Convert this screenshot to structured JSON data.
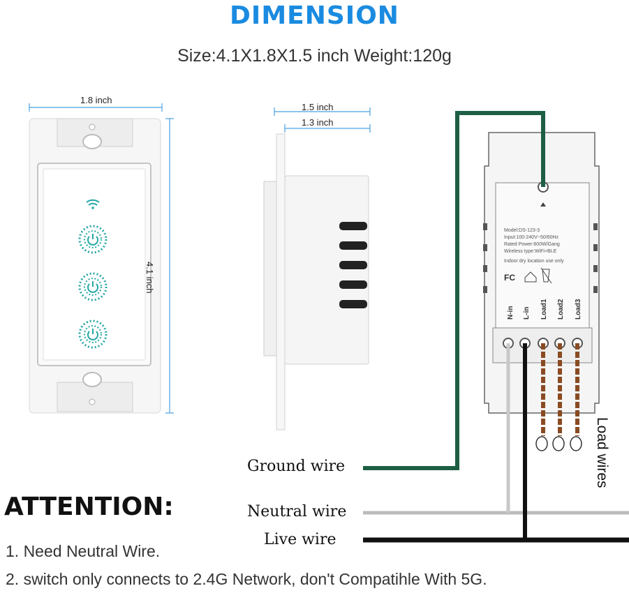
{
  "header": {
    "title": "DIMENSION",
    "size_line": "Size:4.1X1.8X1.5 inch Weight:120g"
  },
  "dimensions": {
    "width": "1.8 inch",
    "height": "4.1 inch",
    "depth_outer": "1.5 inch",
    "depth_inner": "1.3 inch"
  },
  "module_label": {
    "model": "Model:DS-123-3",
    "input": "Input:100-240V~50/60Hz",
    "rated_power": "Rated Power:600W/Gang",
    "wireless": "Wireless type:WiFi+BLE",
    "indoor": "Indoor dry location use only",
    "fc": "FC",
    "terminals": [
      "N-in",
      "L-in",
      "Load1",
      "Load2",
      "Load3"
    ]
  },
  "wires": {
    "ground": "Ground wire",
    "neutral": "Neutral wire",
    "live": "Live wire",
    "load": "Load wires"
  },
  "attention": {
    "title": "ATTENTION:",
    "notes": [
      "1. Need Neutral Wire.",
      "2. switch only connects to 2.4G Network, don't Compatihle With 5G."
    ]
  },
  "colors": {
    "title": "#1a8be0",
    "ground_wire": "#1e5e44",
    "load_wire": "#8a4b22",
    "live_wire": "#111111",
    "touch_button": "#26a7a6"
  },
  "icons": [
    "wifi-icon",
    "power-button-icon"
  ]
}
